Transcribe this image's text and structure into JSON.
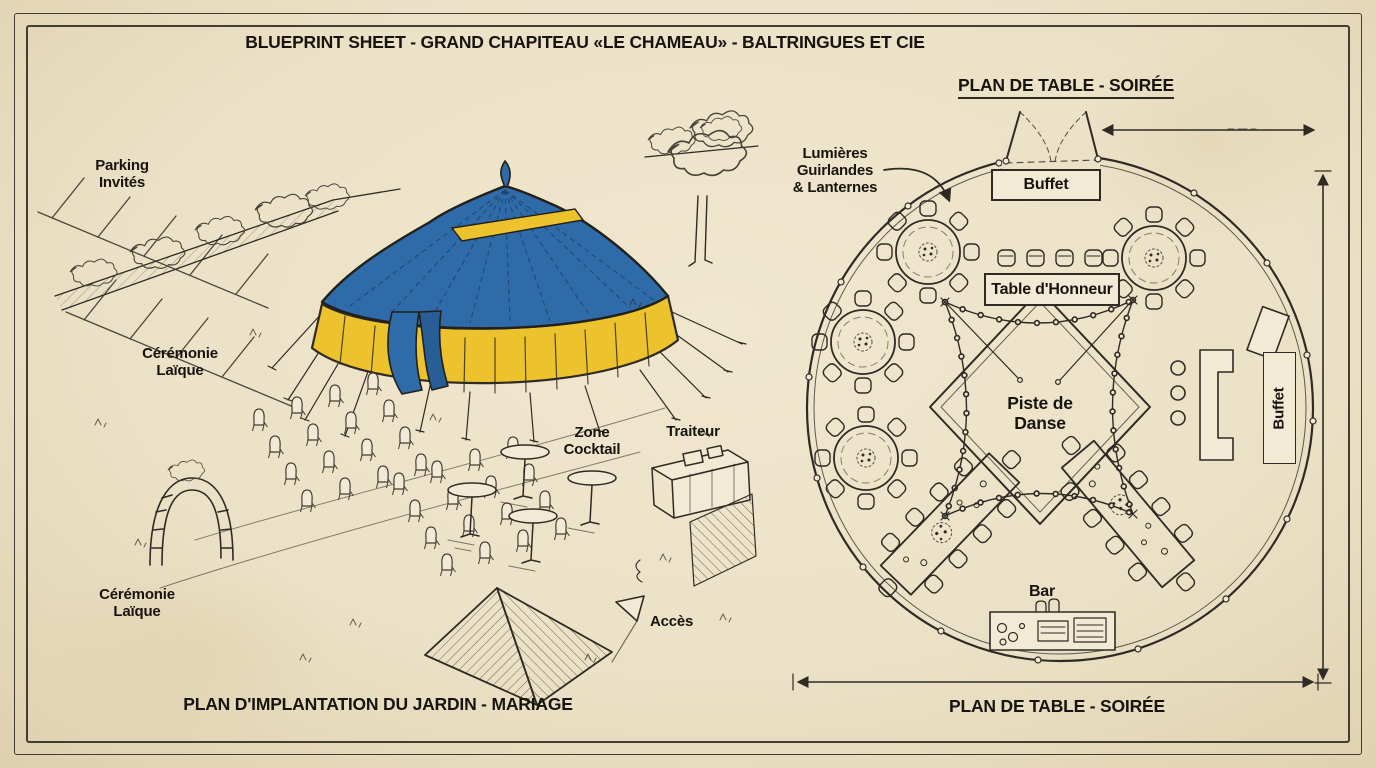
{
  "sheet": {
    "title": "BLUEPRINT SHEET - GRAND CHAPITEAU «LE CHAMEAU» - BALTRINGUES ET CIE"
  },
  "garden": {
    "title": "PLAN D'IMPLANTATION DU JARDIN - MARIAGE",
    "labels": {
      "parking": "Parking\nInvités",
      "ceremony_upper": "Cérémonie\nLaïque",
      "ceremony_lower": "Cérémonie\nLaïque",
      "cocktail_zone": "Zone\nCocktail",
      "caterer": "Traiteur",
      "access": "Accès"
    }
  },
  "evening": {
    "title_top": "PLAN DE TABLE - SOIRÉE",
    "title_bottom": "PLAN DE TABLE - SOIRÉE",
    "labels": {
      "lights": "Lumières\nGuirlandes\n& Lanternes",
      "buffet_top": "Buffet",
      "head_table": "Table d'Honneur",
      "dance_floor": "Piste de\nDanse",
      "bar": "Bar",
      "buffet_side": "Buffet"
    }
  },
  "colors": {
    "paper": "#ebe1c6",
    "paper_light": "#f3ead6",
    "ink": "#2f2b24",
    "tent_blue": "#2e6ba8",
    "tent_yellow": "#ecc32d"
  }
}
